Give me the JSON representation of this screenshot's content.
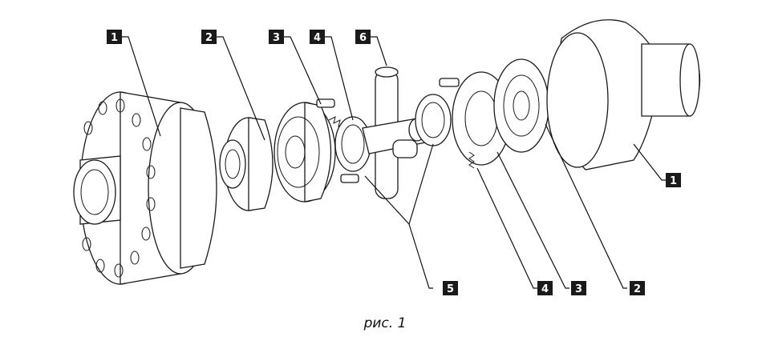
{
  "caption": "рис. 1",
  "callouts": [
    {
      "id": "c1-left",
      "label": "1"
    },
    {
      "id": "c2-left",
      "label": "2"
    },
    {
      "id": "c3-left",
      "label": "3"
    },
    {
      "id": "c4-left",
      "label": "4"
    },
    {
      "id": "c6",
      "label": "6"
    },
    {
      "id": "c5",
      "label": "5"
    },
    {
      "id": "c4-right",
      "label": "4"
    },
    {
      "id": "c3-right",
      "label": "3"
    },
    {
      "id": "c2-right",
      "label": "2"
    },
    {
      "id": "c1-right",
      "label": "1"
    }
  ]
}
